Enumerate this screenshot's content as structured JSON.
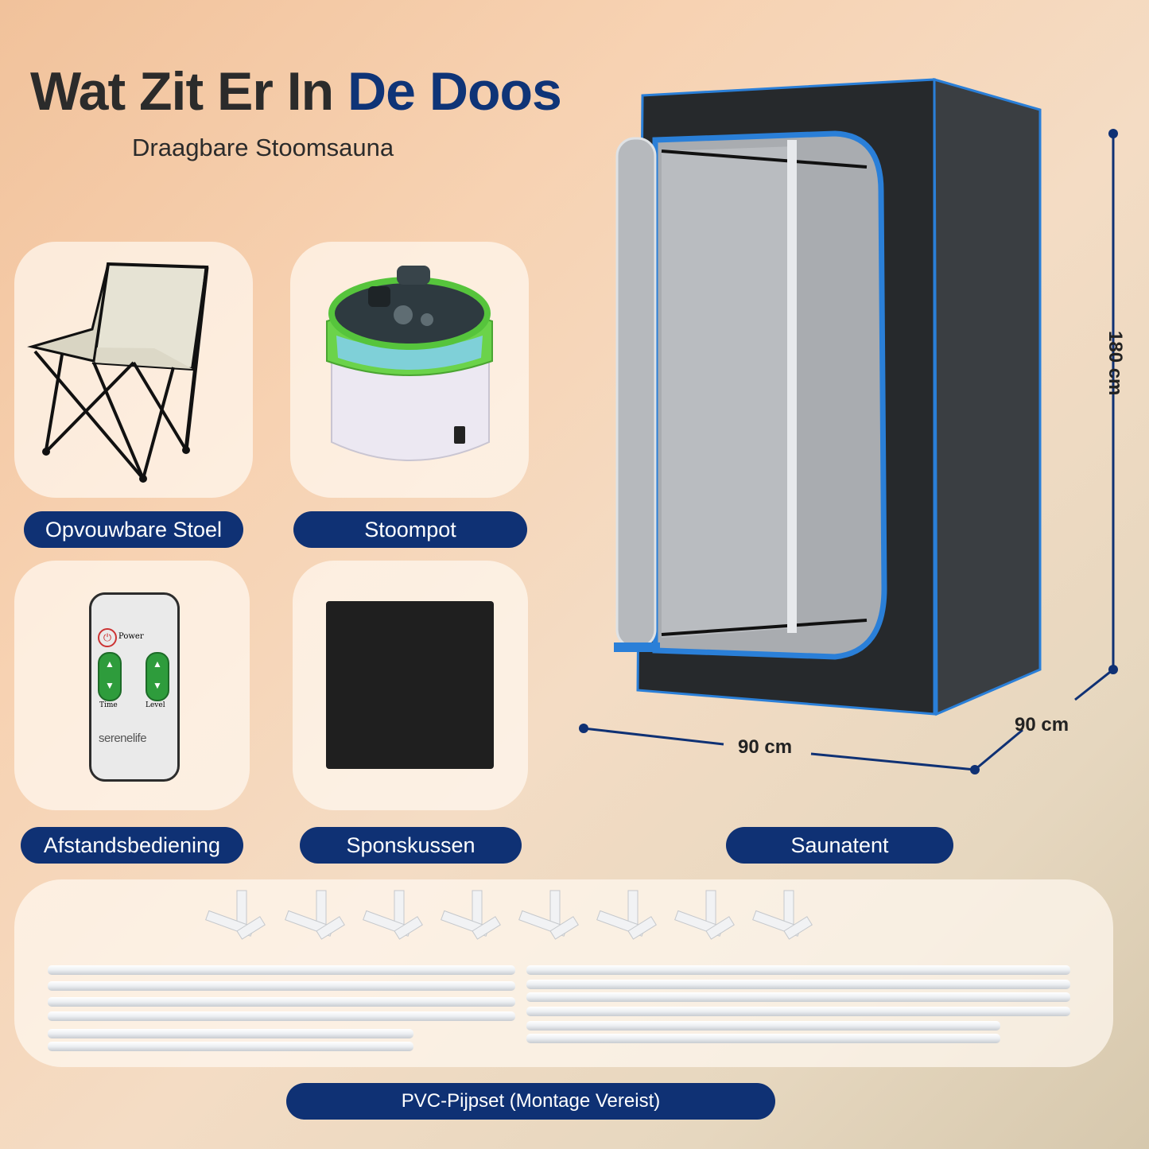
{
  "header": {
    "title_main": "Wat Zit Er In ",
    "title_accent": "De Doos",
    "subtitle": "Draagbare Stoomsauna"
  },
  "items": {
    "chair": "Opvouwbare Stoel",
    "steampot": "Stoompot",
    "remote": "Afstandsbediening",
    "sponge": "Sponskussen",
    "tent": "Saunatent",
    "pipes": "PVC-Pijpset (Montage Vereist)"
  },
  "remote": {
    "power": "Power",
    "time": "Time",
    "level": "Level",
    "brand": "serenelife"
  },
  "dimensions": {
    "height": "180 cm",
    "width": "90 cm",
    "depth": "90 cm"
  },
  "colors": {
    "accent": "#0f3477",
    "pill": "#0f3174",
    "tent_trim": "#2a7fd8",
    "steampot_green": "#6bd34a"
  }
}
